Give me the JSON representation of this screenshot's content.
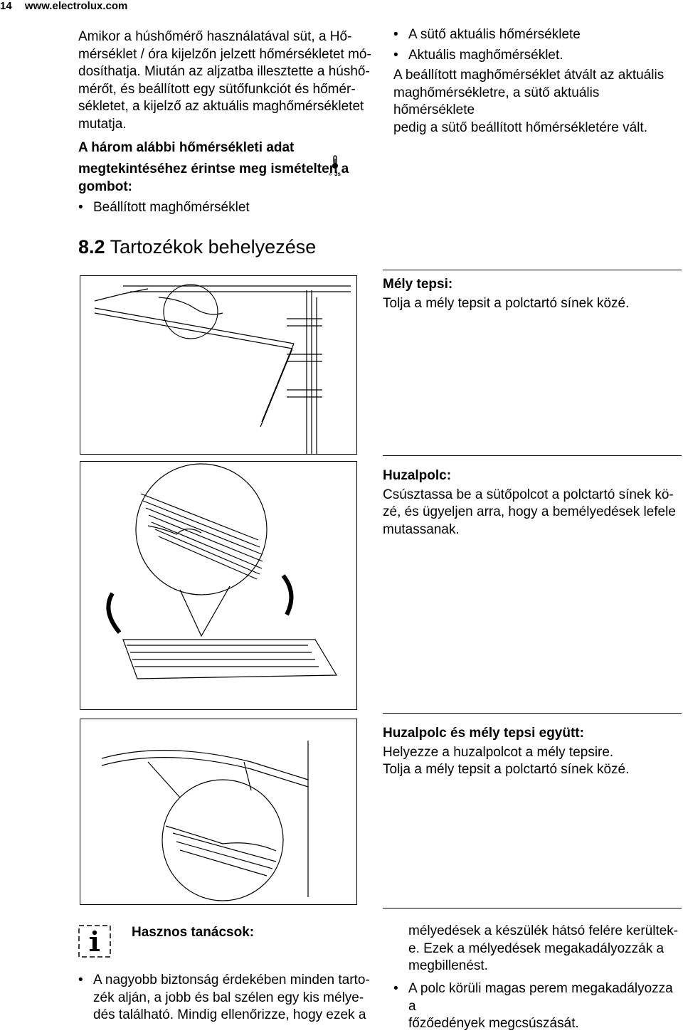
{
  "header": {
    "page_number": "14",
    "site": "www.electrolux.com"
  },
  "intro": {
    "paragraph": "Amikor a húshőmérő használatával süt, a Hő-mérséklet / óra kijelzőn jelzett hőmérsékletet mó-dosíthatja. Miután az aljzatba illesztette a húshő-mérőt, és beállított egy sütőfunkciót és hőmér-sékletet, a kijelző az aktuális maghőmérsékletet mutatja.",
    "lines": [
      "Amikor a húshőmérő használatával süt, a Hő-",
      "mérséklet / óra kijelzőn jelzett hőmérsékletet mó-",
      "dosíthatja. Miután az aljzatba illesztette a húshő-",
      "mérőt, és beállított egy sütőfunkciót és hőmér-",
      "sékletet, a kijelző az aktuális maghőmérsékletet",
      "mutatja."
    ],
    "instruction_line1": "A három alábbi hőmérsékleti adat",
    "instruction_line2": "megtekintéséhez érintse meg ismételten a",
    "instruction_line3": "gombot:",
    "button_icon": "thermometer-3s-icon",
    "button_icon_text": "3s",
    "bullet1": "Beállított maghőmérséklet"
  },
  "right_top": {
    "bullet2": "A sütő aktuális hőmérséklete",
    "bullet3": "Aktuális maghőmérséklet.",
    "lines": [
      "A beállított maghőmérséklet átvált az aktuális",
      "maghőmérsékletre, a sütő aktuális hőmérséklete",
      "pedig a sütő beállított hőmérsékletére vált."
    ]
  },
  "section": {
    "number": "8.2",
    "title": "Tartozékok behelyezése"
  },
  "items": [
    {
      "label": "Mély tepsi:",
      "lines": [
        "Tolja a mély tepsit a polctartó sínek közé."
      ]
    },
    {
      "label": "Huzalpolc:",
      "lines": [
        "Csúsztassa be a sütőpolcot a polctartó sínek kö-",
        "zé, és ügyeljen arra, hogy a bemélyedések lefele",
        "mutassanak."
      ]
    },
    {
      "label": "Huzalpolc és mély tepsi együtt:",
      "lines": [
        "Helyezze a huzalpolcot a mély tepsire.",
        "Tolja a mély tepsit a polctartó sínek közé."
      ]
    }
  ],
  "tips": {
    "icon": "info-icon",
    "title": "Hasznos tanácsok:",
    "left_lines": [
      "A nagyobb biztonság érdekében minden tarto-",
      "zék alján, a jobb és bal szélen egy kis mélye-",
      "dés található. Mindig ellenőrizze, hogy ezek a"
    ],
    "right_lines": [
      "mélyedések a készülék hátsó felére kerültek-",
      "e. Ezek a mélyedések megakadályozzák a",
      "megbillenést."
    ],
    "bullet2_lines": [
      "A polc körüli magas perem megakadályozza a",
      "főzőedények megcsúszását."
    ]
  }
}
